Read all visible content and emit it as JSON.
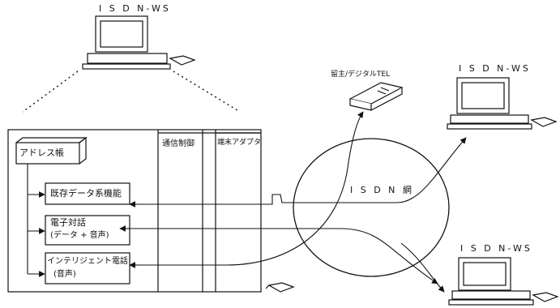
{
  "workstations": {
    "ws_top": "I S D N-WS",
    "ws_right_top": "I S D N-WS",
    "ws_right_bottom": "I S D N-WS"
  },
  "phone_label": "留主/デジタルTEL",
  "network_label": "I S D N 網",
  "blocks": {
    "address_book": "アドレス帳",
    "comm_control": "通信制御",
    "terminal_adapter": "端末アダプタ"
  },
  "functions": {
    "existing_data": "既存データ系機能",
    "elec_dialog_line1": "電子対話",
    "elec_dialog_line2": "(データ + 音声)",
    "intel_phone_line1": "インテリジェント電話",
    "intel_phone_line2": "(音声)"
  }
}
